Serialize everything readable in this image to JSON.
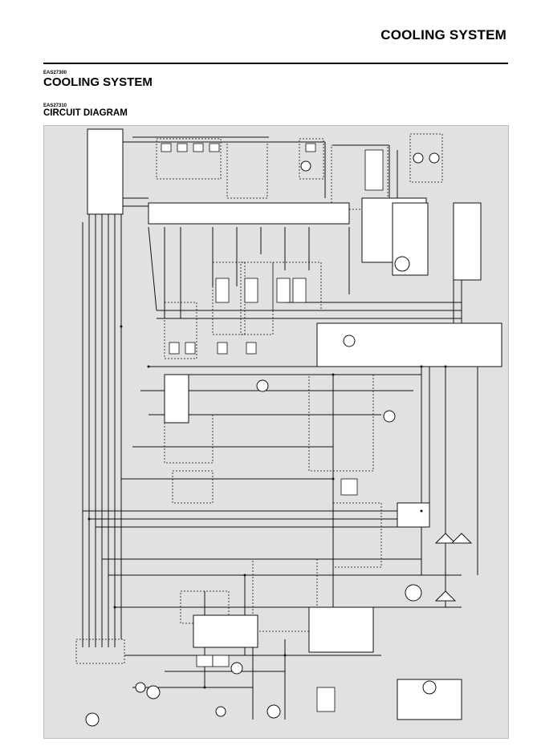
{
  "header": {
    "running_title": "COOLING SYSTEM"
  },
  "section": {
    "code": "EAS27300",
    "title": "COOLING SYSTEM",
    "sub_code": "EAS27310",
    "sub_title": "CIRCUIT DIAGRAM"
  },
  "colors": {
    "diagram_background": "#e1e1e1",
    "wire": "#111111",
    "component_fill": "#ffffff"
  }
}
